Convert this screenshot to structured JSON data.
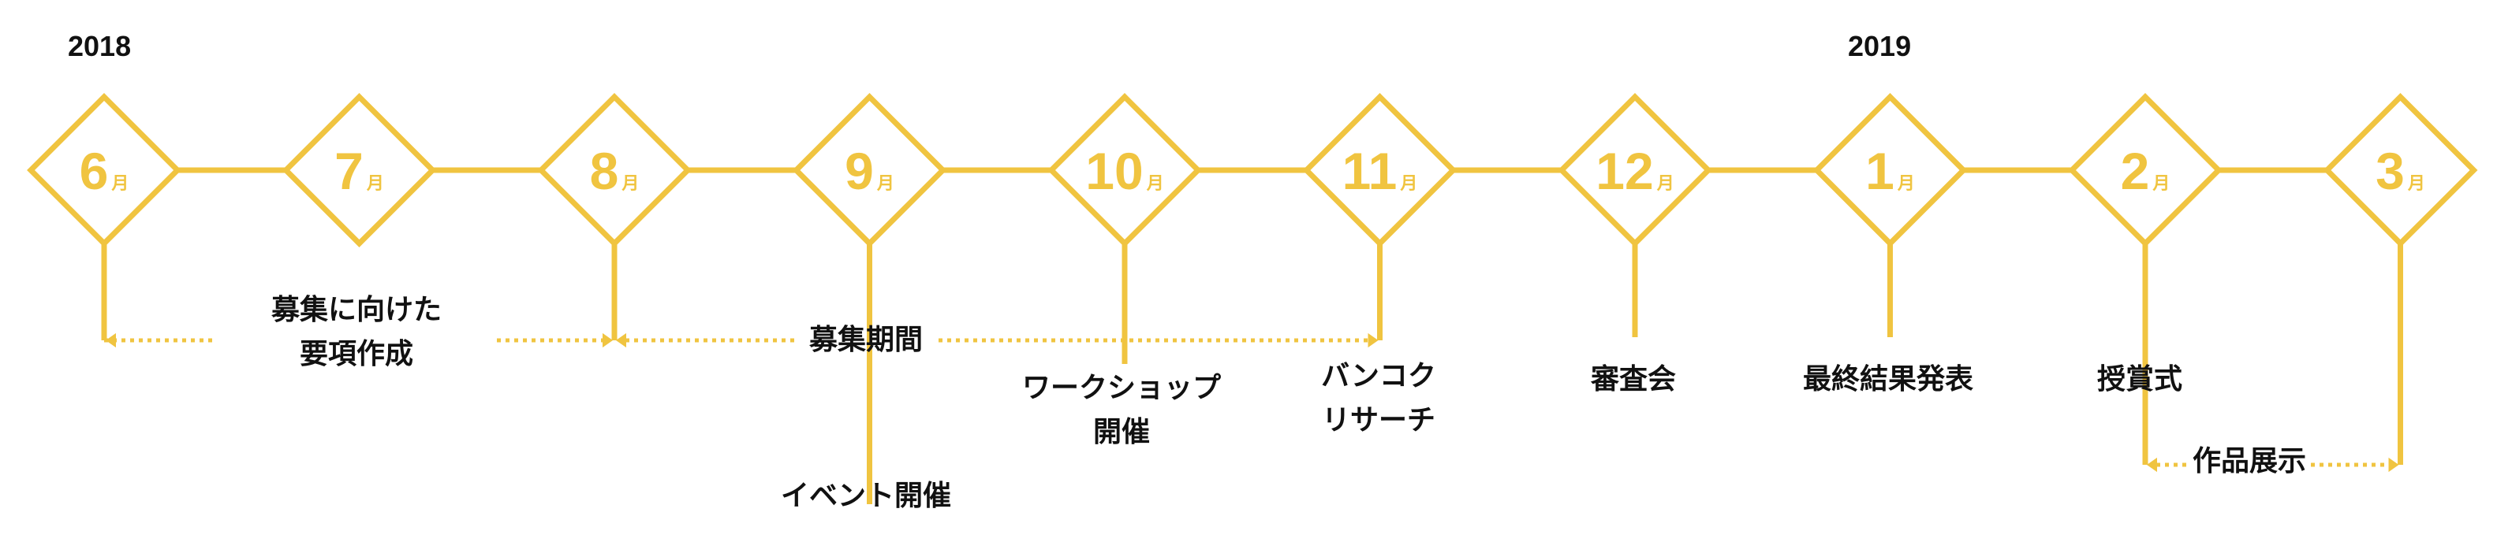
{
  "timeline": {
    "accent_color": "#F0C440",
    "years": [
      {
        "label": "2018"
      },
      {
        "label": "2019"
      }
    ],
    "months": [
      {
        "number": "6",
        "unit": "月"
      },
      {
        "number": "7",
        "unit": "月"
      },
      {
        "number": "8",
        "unit": "月"
      },
      {
        "number": "9",
        "unit": "月"
      },
      {
        "number": "10",
        "unit": "月"
      },
      {
        "number": "11",
        "unit": "月"
      },
      {
        "number": "12",
        "unit": "月"
      },
      {
        "number": "1",
        "unit": "月"
      },
      {
        "number": "2",
        "unit": "月"
      },
      {
        "number": "3",
        "unit": "月"
      }
    ],
    "events": {
      "requirements": {
        "line1": "募集に向けた",
        "line2": "要項作成"
      },
      "recruitment": {
        "label": "募集期間"
      },
      "event_held": {
        "label": "イベント開催"
      },
      "workshop": {
        "line1": "ワークショップ",
        "line2": "開催"
      },
      "bangkok": {
        "line1": "バンコク",
        "line2": "リサーチ"
      },
      "review": {
        "label": "審査会"
      },
      "final_results": {
        "label": "最終結果発表"
      },
      "award": {
        "label": "授賞式"
      },
      "exhibition": {
        "label": "作品展示"
      }
    }
  }
}
